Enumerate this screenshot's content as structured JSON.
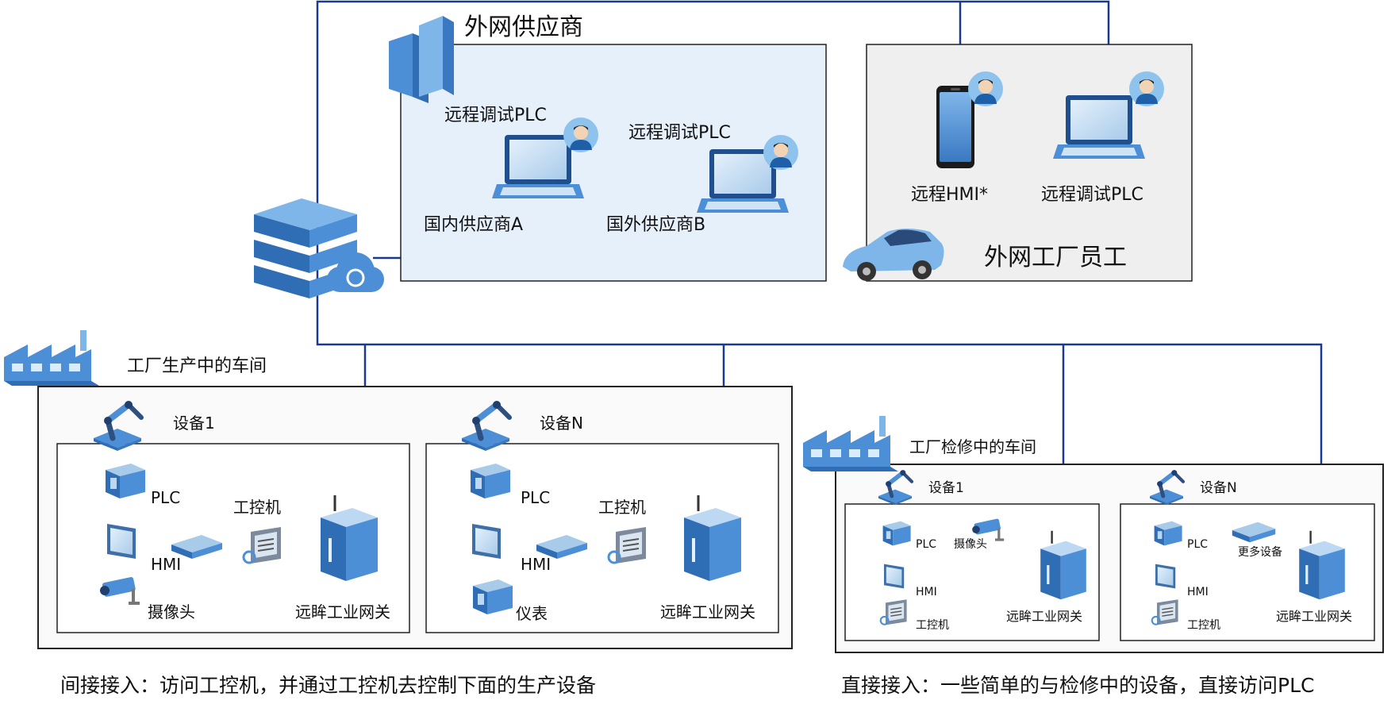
{
  "regions": {
    "external_supplier": {
      "title": "外网供应商",
      "laptop_top_label_a": "远程调试PLC",
      "laptop_top_label_b": "远程调试PLC",
      "supplier_a": "国内供应商A",
      "supplier_b": "国外供应商B"
    },
    "external_staff": {
      "title": "外网工厂员工",
      "phone_label": "远程HMI*",
      "laptop_label": "远程调试PLC"
    },
    "production_workshop": {
      "title": "工厂生产中的车间",
      "device_1": {
        "title": "设备1",
        "plc": "PLC",
        "hmi": "HMI",
        "camera": "摄像头",
        "ipc": "工控机",
        "gateway": "远眸工业网关"
      },
      "device_n": {
        "title": "设备N",
        "plc": "PLC",
        "hmi": "HMI",
        "meter": "仪表",
        "ipc": "工控机",
        "gateway": "远眸工业网关"
      }
    },
    "maintenance_workshop": {
      "title": "工厂检修中的车间",
      "device_1": {
        "title": "设备1",
        "plc": "PLC",
        "camera": "摄像头",
        "hmi": "HMI",
        "ipc": "工控机",
        "gateway": "远眸工业网关"
      },
      "device_n": {
        "title": "设备N",
        "plc": "PLC",
        "more": "更多设备",
        "hmi": "HMI",
        "ipc": "工控机",
        "gateway": "远眸工业网关"
      }
    }
  },
  "captions": {
    "indirect": "间接接入：访问工控机，并通过工控机去控制下面的生产设备",
    "direct": "直接接入：一些简单的与检修中的设备，直接访问PLC"
  },
  "icons": [
    "building-icon",
    "server-stack-icon",
    "cloud-link-icon",
    "laptop-icon",
    "user-avatar-icon",
    "smartphone-icon",
    "car-icon",
    "factory-icon",
    "robot-arm-icon",
    "plc-icon",
    "hmi-panel-icon",
    "network-switch-icon",
    "camera-icon",
    "industrial-pc-icon",
    "gateway-router-icon",
    "meter-icon"
  ],
  "colors": {
    "wire": "#1a3a8f",
    "supplier_bg": "#e6f0fa",
    "staff_bg": "#efefef",
    "device_blue": "#4d8fd6"
  }
}
